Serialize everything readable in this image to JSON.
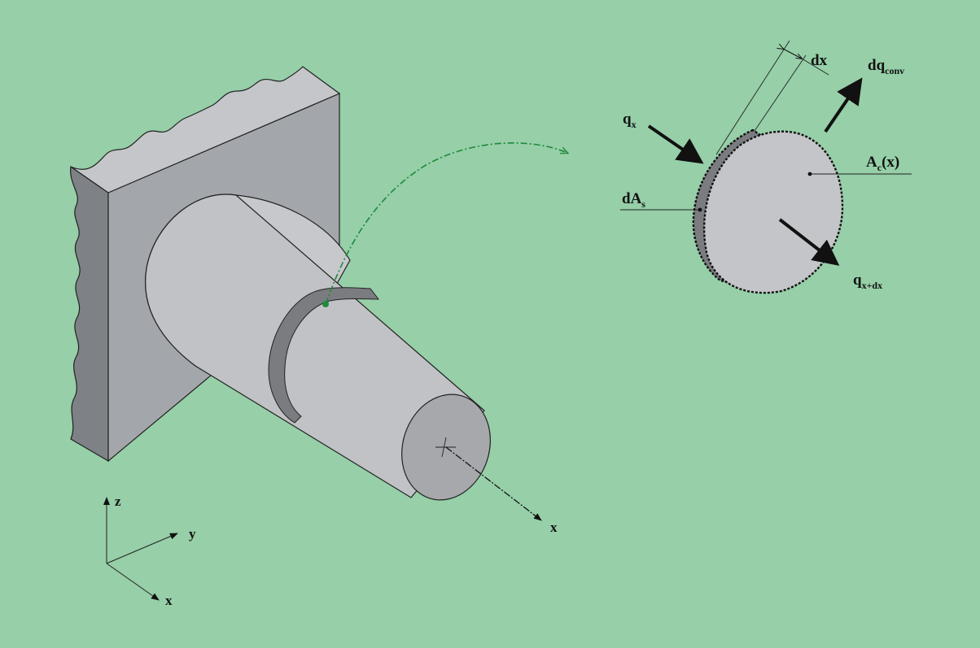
{
  "colors": {
    "background": "#96cfa8",
    "wall_face": "#c4c6ca",
    "wall_side": "#9fa2a6",
    "wall_edge": "#7e8185",
    "fin_surface": "#c1c2c6",
    "fin_tip": "#a6a8ac",
    "surface_element": "#7a7c80",
    "path_green": "#1e8a3c",
    "line": "#222222"
  },
  "labels": {
    "q_x": {
      "main": "q",
      "sub": "x"
    },
    "dq_conv": {
      "main": "dq",
      "sub": "conv"
    },
    "dx": "dx",
    "Ac": {
      "main": "A",
      "sub": "c",
      "tail": "(x)"
    },
    "dAs": {
      "main": "dA",
      "sub": "s"
    },
    "q_x_dx": {
      "main": "q",
      "sub": "x+dx"
    }
  },
  "axes": {
    "z": "z",
    "y": "y",
    "x": "x",
    "fin_x": "x"
  }
}
